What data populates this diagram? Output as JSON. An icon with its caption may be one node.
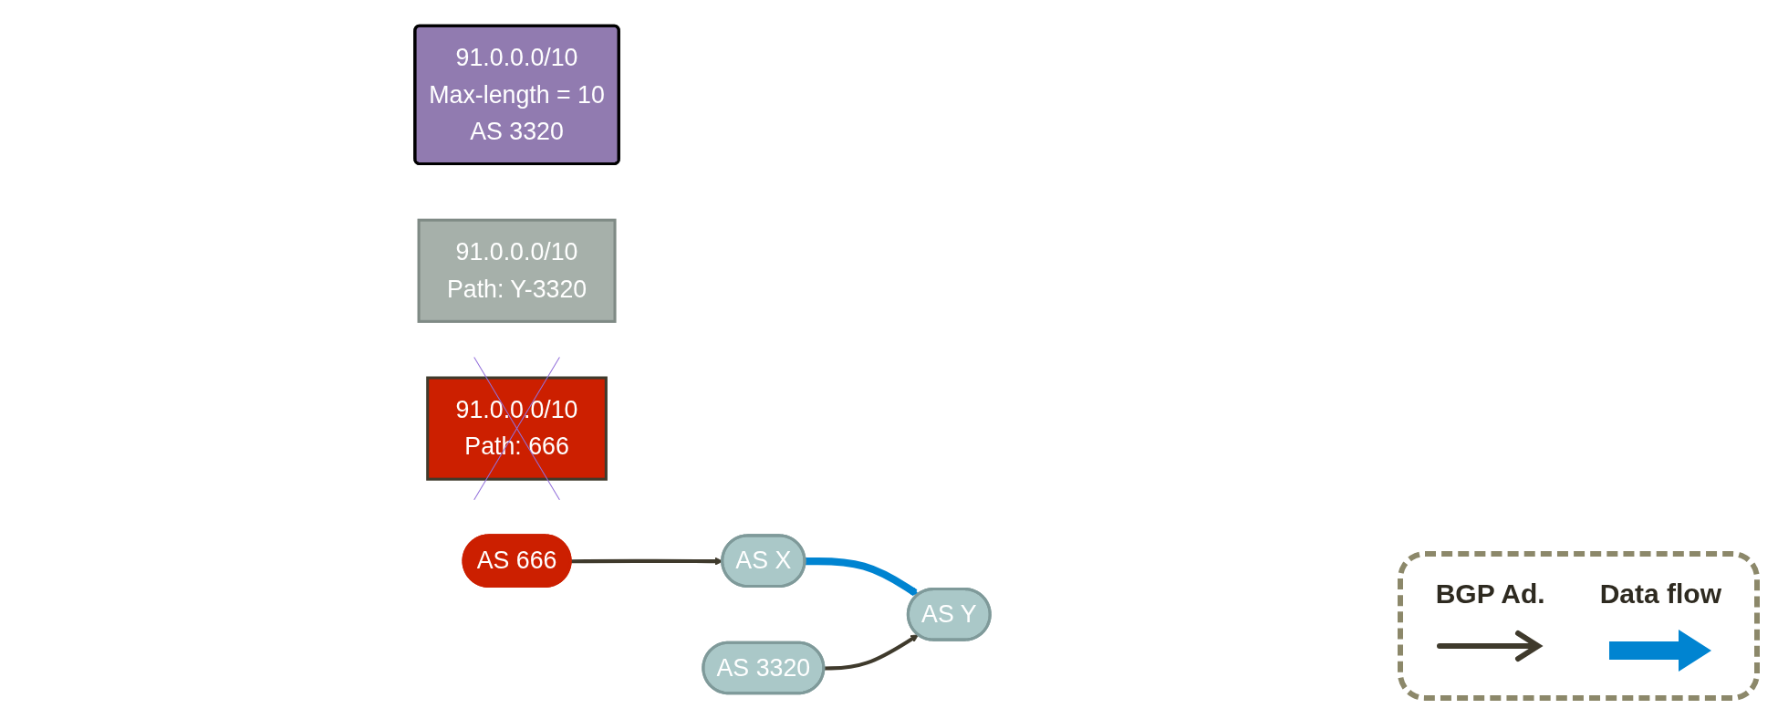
{
  "diagram": {
    "nodes": [
      {
        "text": [
          "91.0.0.0/10",
          "Max-length = 10",
          "AS 3320"
        ]
      },
      {
        "text": [
          "91.0.0.0/10",
          "Path: Y-3320"
        ]
      },
      {
        "text": [
          "AS X"
        ]
      },
      {
        "text": [
          "91.0.0.0/10",
          "Path: 666"
        ]
      },
      {
        "text": [
          "AS Y"
        ]
      },
      {
        "text": [
          "AS 3320"
        ]
      },
      {
        "text": [
          "AS 666"
        ]
      }
    ],
    "edges": [
      {
        "from": 2,
        "to": 4,
        "arrow": "to",
        "style": "thick",
        "color": "#0084d1"
      },
      {
        "from": 5,
        "to": 4,
        "arrow": "to"
      },
      {
        "from": 6,
        "to": 2,
        "arrow": "to"
      }
    ],
    "legend": [
      {
        "text": "BGP Ad."
      },
      {
        "text": "Data flow"
      }
    ]
  }
}
